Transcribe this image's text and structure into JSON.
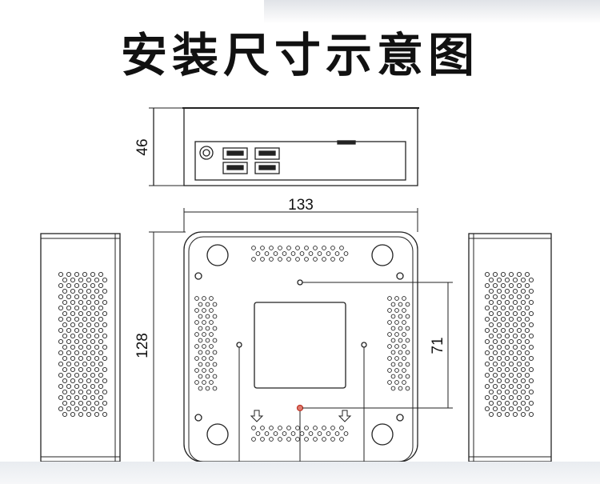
{
  "title": "安装尺寸示意图",
  "dimensions": {
    "height": "46",
    "width": "133",
    "depth": "128",
    "mount_spacing": "71"
  },
  "colors": {
    "line": "#222222",
    "hole": "#444444",
    "red_marker": "#c0392b"
  },
  "icons": [
    "power-button-icon",
    "usb-port-icon",
    "arrow-down-icon"
  ]
}
